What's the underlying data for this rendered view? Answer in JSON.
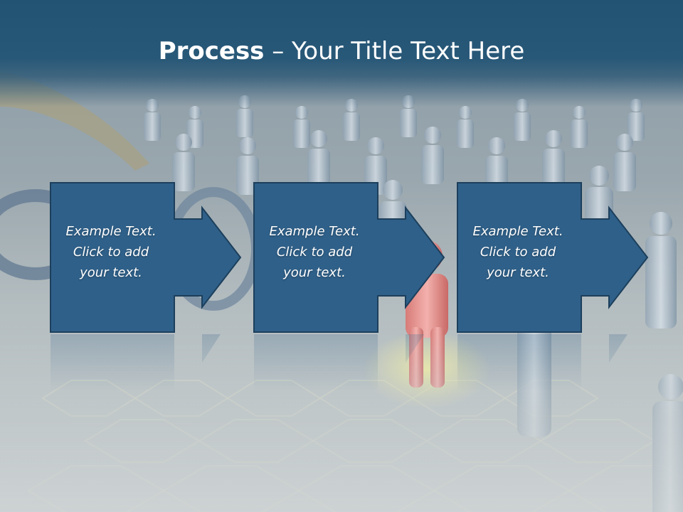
{
  "slide": {
    "title_bold": "Process",
    "title_rest": " – Your Title Text Here"
  },
  "steps": [
    {
      "line1": "Example Text.",
      "line2": "Click  to add",
      "line3": "your text."
    },
    {
      "line1": "Example Text.",
      "line2": "Click  to add",
      "line3": "your text."
    },
    {
      "line1": "Example Text.",
      "line2": "Click  to add",
      "line3": "your text."
    }
  ],
  "colors": {
    "header": "#235373",
    "box_fill": "#2f6089",
    "box_stroke": "#1c3f5c",
    "text": "#ffffff"
  }
}
